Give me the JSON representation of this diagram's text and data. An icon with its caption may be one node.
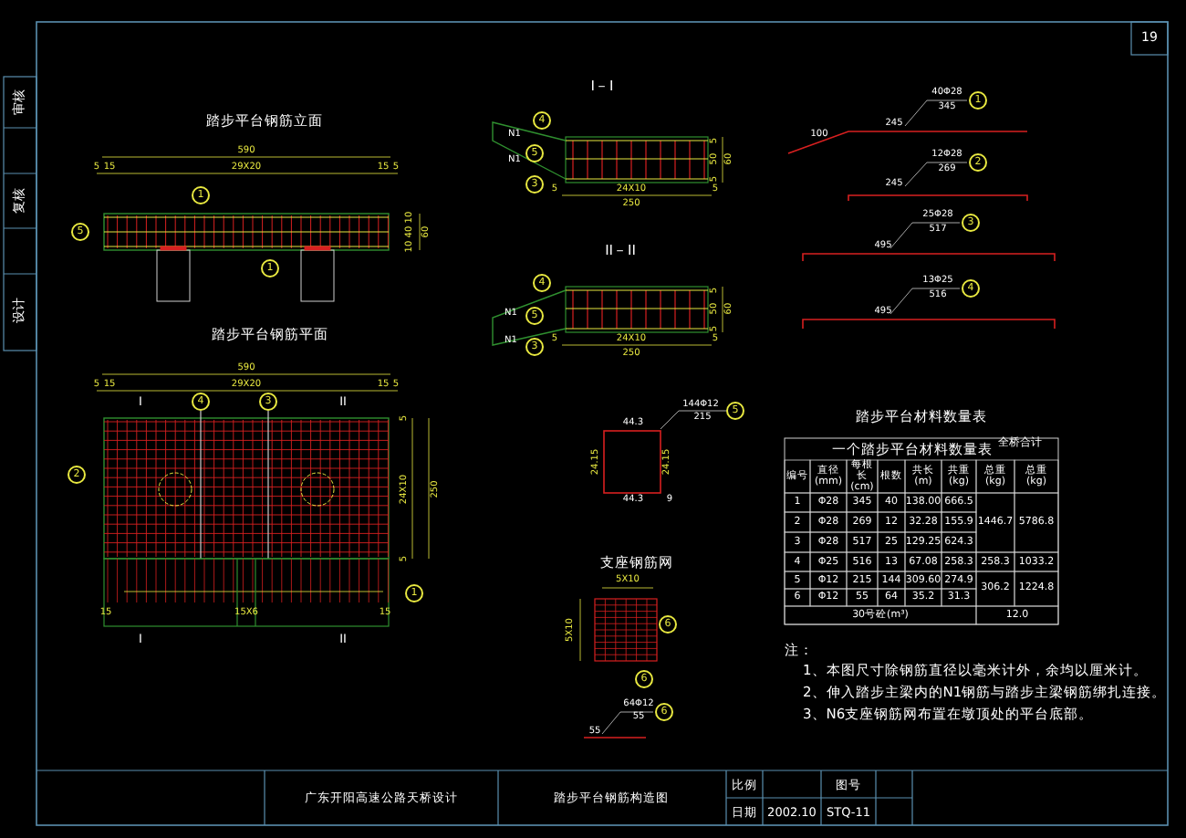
{
  "diagram": {
    "labels": [
      "审核",
      "复核",
      "设计",
      "19",
      "踏步平台钢筋立面",
      "590",
      "5",
      "15",
      "29X20",
      "15",
      "5",
      "1",
      "5",
      "10",
      "40",
      "10",
      "60",
      "1",
      "踏步平台钢筋平面",
      "590",
      "5",
      "15",
      "29X20",
      "15",
      "5",
      "I",
      "4",
      "3",
      "II",
      "2",
      "5",
      "24X10",
      "250",
      "5",
      "1",
      "15",
      "15X6",
      "15",
      "I",
      "II",
      "I－I",
      "4",
      "N1",
      "5",
      "N1",
      "3",
      "5",
      "24X10",
      "5",
      "250",
      "5",
      "50",
      "5",
      "60",
      "II－II",
      "4",
      "N1",
      "5",
      "N1",
      "3",
      "5",
      "24X10",
      "5",
      "250",
      "5",
      "50",
      "5",
      "60",
      "40Φ28",
      "345",
      "1",
      "245",
      "100",
      "12Φ28",
      "269",
      "2",
      "245",
      "25Φ28",
      "517",
      "3",
      "495",
      "13Φ25",
      "516",
      "4",
      "495",
      "144Φ12",
      "215",
      "5",
      "44.3",
      "24.15",
      "24.15",
      "44.3",
      "9",
      "支座钢筋网",
      "5X10",
      "5X10",
      "6",
      "6",
      "64Φ12",
      "55",
      "6",
      "55",
      "踏步平台材料数量表",
      "一个踏步平台材料数量表",
      "全桥合计",
      "编号",
      "直径 (mm)",
      "每根长 (cm)",
      "根数",
      "共长 (m)",
      "共重 (kg)",
      "总重 (kg)",
      "总重 (kg)",
      "1",
      "Φ28",
      "345",
      "40",
      "138.00",
      "666.5",
      "2",
      "Φ28",
      "269",
      "12",
      "32.28",
      "155.9",
      "1446.7",
      "5786.8",
      "3",
      "Φ28",
      "517",
      "25",
      "129.25",
      "624.3",
      "4",
      "Φ25",
      "516",
      "13",
      "67.08",
      "258.3",
      "258.3",
      "1033.2",
      "5",
      "Φ12",
      "215",
      "144",
      "309.60",
      "274.9",
      "306.2",
      "1224.8",
      "6",
      "Φ12",
      "55",
      "64",
      "35.2",
      "31.3",
      "30号砼(m³)",
      "12.0",
      "注：",
      "1、本图尺寸除钢筋直径以毫米计外，余均以厘米计。",
      "2、伸入踏步主梁内的N1钢筋与踏步主梁钢筋绑扎连接。",
      "3、N6支座钢筋网布置在墩顶处的平台底部。",
      "广东开阳高速公路天桥设计",
      "踏步平台钢筋构造图",
      "比例",
      "图号",
      "日期",
      "2002.10",
      "STQ-11"
    ]
  }
}
